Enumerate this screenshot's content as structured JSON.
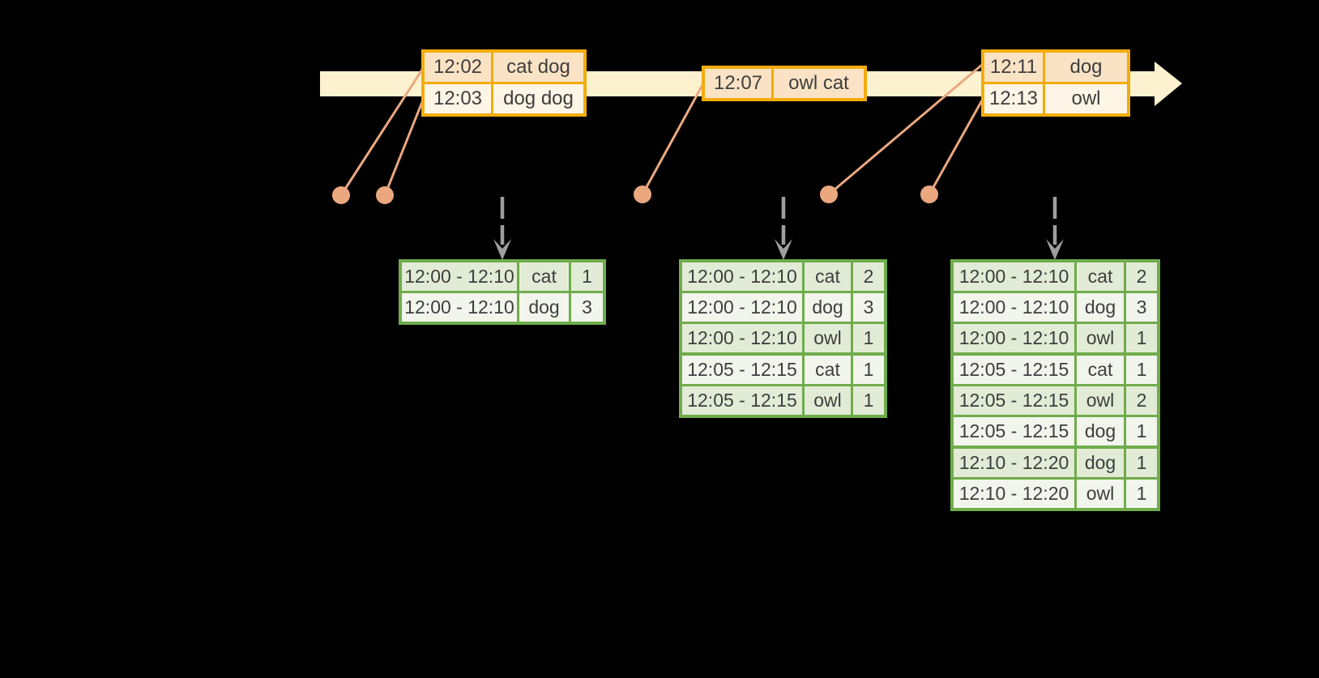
{
  "background": "#000000",
  "palette": {
    "timeline_fill": "#FCF2CF",
    "event_box_border": "#F2AC0D",
    "event_row_peach_fill": "#FAE3C5",
    "event_row_cream_fill": "#FDF5E5",
    "connector_salmon": "#EBA87F",
    "table_border_green": "#70AC4C",
    "table_row_green_fill": "#E2EBD5",
    "table_row_light_fill": "#F1F5EC",
    "trigger_arrow_gray": "#9E9E9E",
    "text": "#3E3E3E"
  },
  "icons": {
    "timeline": "timeline-arrow",
    "event_dot": "event-dot",
    "trigger_arrow": "dashed-down-arrow-icon"
  },
  "event_groups": [
    {
      "rows": [
        {
          "time": "12:02",
          "words": "cat dog"
        },
        {
          "time": "12:03",
          "words": "dog dog"
        }
      ]
    },
    {
      "rows": [
        {
          "time": "12:07",
          "words": "owl cat"
        }
      ]
    },
    {
      "rows": [
        {
          "time": "12:11",
          "words": "dog"
        },
        {
          "time": "12:13",
          "words": "owl"
        }
      ]
    }
  ],
  "result_tables": [
    {
      "groups": [
        {
          "rows": [
            {
              "window": "12:00 - 12:10",
              "word": "cat",
              "count": "1"
            },
            {
              "window": "12:00 - 12:10",
              "word": "dog",
              "count": "3"
            }
          ]
        }
      ]
    },
    {
      "groups": [
        {
          "rows": [
            {
              "window": "12:00 - 12:10",
              "word": "cat",
              "count": "2"
            },
            {
              "window": "12:00 - 12:10",
              "word": "dog",
              "count": "3"
            },
            {
              "window": "12:00 - 12:10",
              "word": "owl",
              "count": "1"
            }
          ]
        },
        {
          "rows": [
            {
              "window": "12:05 - 12:15",
              "word": "cat",
              "count": "1"
            },
            {
              "window": "12:05 - 12:15",
              "word": "owl",
              "count": "1"
            }
          ]
        }
      ]
    },
    {
      "groups": [
        {
          "rows": [
            {
              "window": "12:00 - 12:10",
              "word": "cat",
              "count": "2"
            },
            {
              "window": "12:00 - 12:10",
              "word": "dog",
              "count": "3"
            },
            {
              "window": "12:00 - 12:10",
              "word": "owl",
              "count": "1"
            }
          ]
        },
        {
          "rows": [
            {
              "window": "12:05 - 12:15",
              "word": "cat",
              "count": "1"
            },
            {
              "window": "12:05 - 12:15",
              "word": "owl",
              "count": "2"
            },
            {
              "window": "12:05 - 12:15",
              "word": "dog",
              "count": "1"
            }
          ]
        },
        {
          "rows": [
            {
              "window": "12:10 - 12:20",
              "word": "dog",
              "count": "1"
            },
            {
              "window": "12:10 - 12:20",
              "word": "owl",
              "count": "1"
            }
          ]
        }
      ]
    }
  ]
}
